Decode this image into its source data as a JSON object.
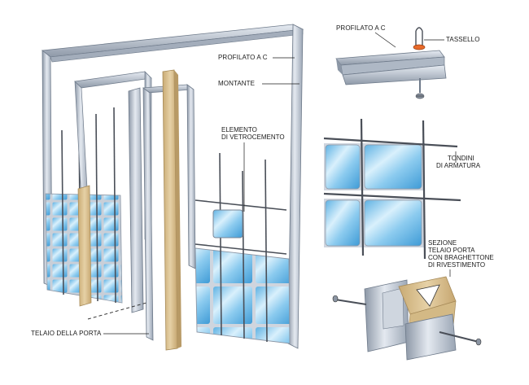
{
  "colors": {
    "steel": "#b9c2cf",
    "steel_dark": "#7d8898",
    "steel_light": "#e2e7ee",
    "glass": "#7fc4ea",
    "glass_light": "#d6eefb",
    "wood": "#d9c092",
    "wood_dark": "#b89a66",
    "rebar": "#4a4f58",
    "plug": "#e86a2a"
  },
  "labels": {
    "profilato_main": "PROFILATO A C",
    "montante": "MONTANTE",
    "elemento": [
      "ELEMENTO",
      "DI VETROCEMENTO"
    ],
    "telaio": "TELAIO DELLA PORTA",
    "profilato_detail": "PROFILATO A C",
    "tassello": "TASSELLO",
    "tondini": [
      "TONDINI",
      "DI ARMATURA"
    ],
    "sezione": [
      "SEZIONE",
      "TELAIO PORTA",
      "CON BRAGHETTONE",
      "DI RIVESTIMENTO"
    ]
  }
}
